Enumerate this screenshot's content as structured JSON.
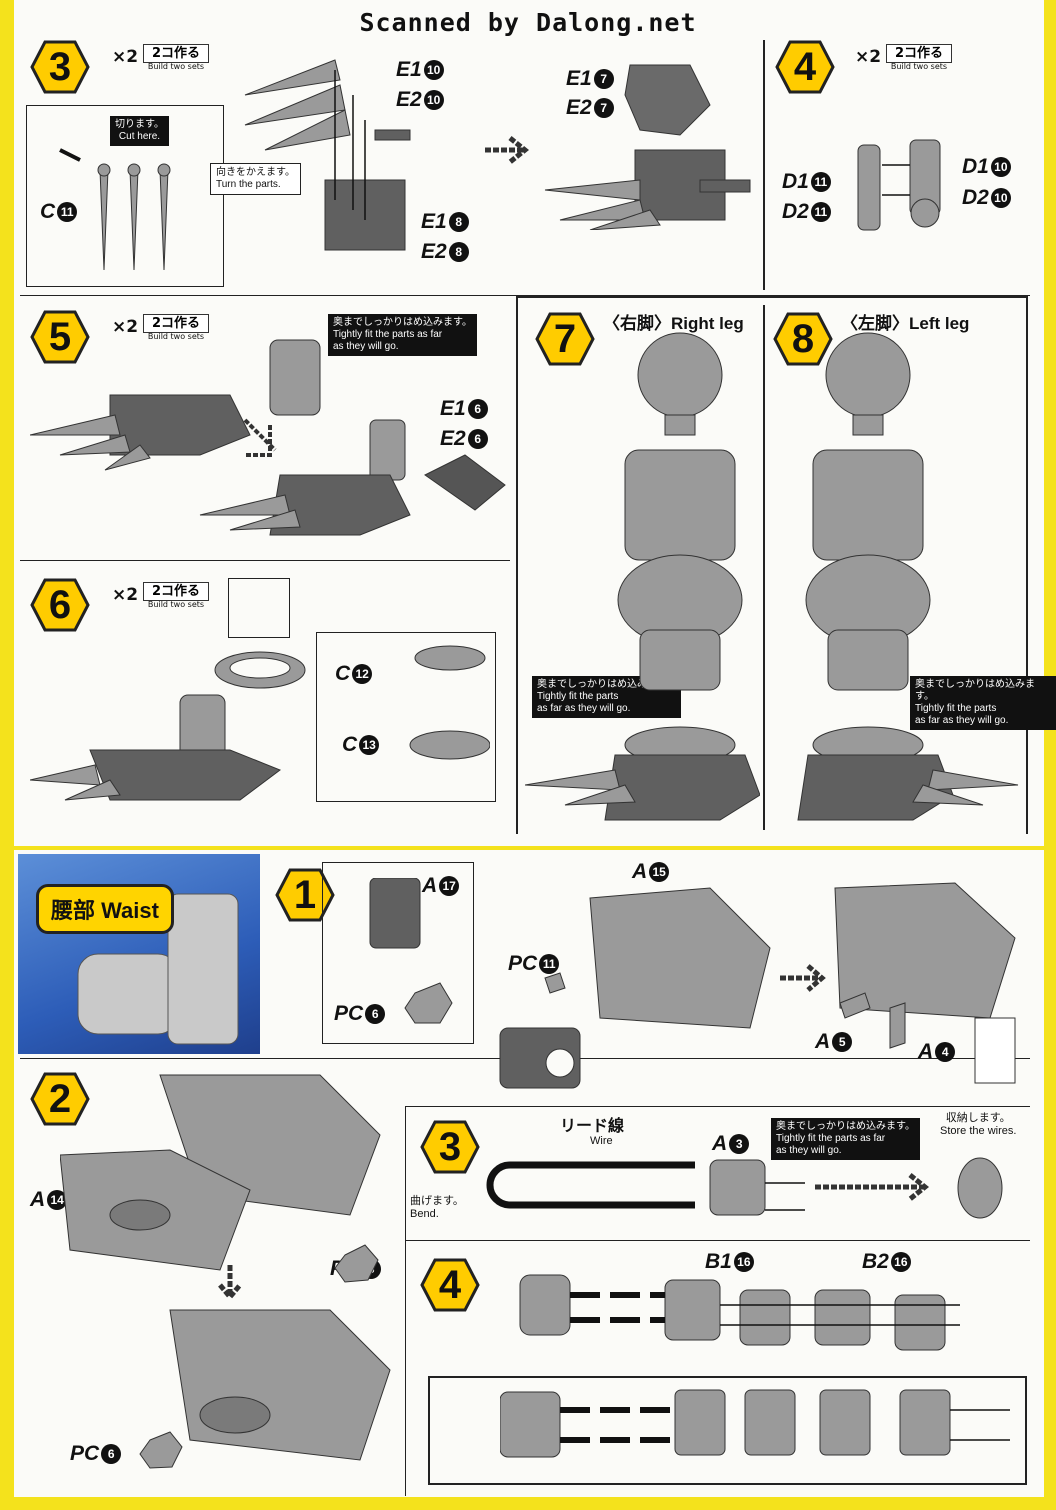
{
  "header": "Scanned by Dalong.net",
  "common": {
    "x2": "×2",
    "build_two_jp": "2コ作る",
    "build_two_en": "Build two sets",
    "fit_jp": "奥までしっかりはめ込みます。"
  },
  "steps": {
    "s3": {
      "number": "3",
      "cut_jp": "切ります。",
      "cut_en": "Cut here.",
      "turn_jp": "向きをかえます。",
      "turn_en": "Turn the parts.",
      "labels": [
        {
          "p": "C",
          "n": "11"
        },
        {
          "p": "E1",
          "n": "10"
        },
        {
          "p": "E2",
          "n": "10"
        },
        {
          "p": "E1",
          "n": "8"
        },
        {
          "p": "E2",
          "n": "8"
        },
        {
          "p": "E1",
          "n": "7"
        },
        {
          "p": "E2",
          "n": "7"
        }
      ]
    },
    "s4a": {
      "number": "4",
      "labels": [
        {
          "p": "D1",
          "n": "11"
        },
        {
          "p": "D2",
          "n": "11"
        },
        {
          "p": "D1",
          "n": "10"
        },
        {
          "p": "D2",
          "n": "10"
        }
      ]
    },
    "s5": {
      "number": "5",
      "fit_en_1": "Tightly fit the parts as far",
      "fit_en_2": "as they will go.",
      "labels": [
        {
          "p": "E1",
          "n": "6"
        },
        {
          "p": "E2",
          "n": "6"
        }
      ]
    },
    "s6": {
      "number": "6",
      "labels": [
        {
          "p": "C",
          "n": "12"
        },
        {
          "p": "C",
          "n": "13"
        }
      ]
    },
    "s7": {
      "number": "7",
      "title": "〈右脚〉Right leg",
      "fit_en_1": "Tightly fit the parts",
      "fit_en_2": "as far as they will go."
    },
    "s8": {
      "number": "8",
      "title": "〈左脚〉Left leg",
      "fit_en_1": "Tightly fit the parts",
      "fit_en_2": "as far as they will go."
    }
  },
  "waist": {
    "title": "腰部 Waist",
    "s1": {
      "number": "1",
      "labels": [
        {
          "p": "A",
          "n": "17"
        },
        {
          "p": "PC",
          "n": "6"
        },
        {
          "p": "PC",
          "n": "11"
        },
        {
          "p": "A",
          "n": "15"
        },
        {
          "p": "A",
          "n": "5"
        },
        {
          "p": "A",
          "n": "4"
        }
      ]
    },
    "s2": {
      "number": "2",
      "labels": [
        {
          "p": "A",
          "n": "14"
        },
        {
          "p": "PC",
          "n": "6"
        },
        {
          "p": "PC",
          "n": "6"
        }
      ]
    },
    "s3": {
      "number": "3",
      "wire_jp": "リード線",
      "wire_en": "Wire",
      "bend_jp": "曲げます。",
      "bend_en": "Bend.",
      "store_jp": "収納します。",
      "store_en": "Store the wires.",
      "fit_en_1": "Tightly fit the parts as far",
      "fit_en_2": "as they will go.",
      "labels": [
        {
          "p": "A",
          "n": "3"
        }
      ]
    },
    "s4": {
      "number": "4",
      "labels": [
        {
          "p": "B1",
          "n": "16"
        },
        {
          "p": "B2",
          "n": "16"
        }
      ]
    }
  }
}
